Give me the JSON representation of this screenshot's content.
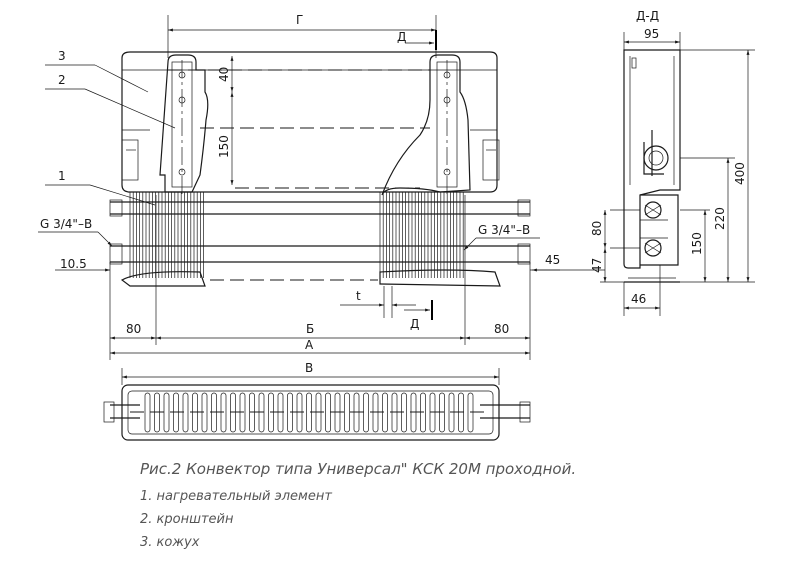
{
  "dimensions": {
    "g_label": "Г",
    "section_d_top": "Д",
    "section_d_bottom": "Д",
    "section_title": "Д-Д",
    "width_95": "95",
    "height_40": "40",
    "height_150_left": "150",
    "pipe_left": "G 3/4\"–B",
    "pipe_right": "G 3/4\"–B",
    "offset_10_5": "10.5",
    "offset_45": "45",
    "t_label": "t",
    "left_80": "80",
    "b_label": "Б",
    "right_80": "80",
    "a_label": "A",
    "b_top_label": "B",
    "side_80": "80",
    "side_47": "47",
    "side_150": "150",
    "side_220": "220",
    "side_400": "400",
    "side_46": "46"
  },
  "callouts": {
    "c1": "1",
    "c2": "2",
    "c3": "3"
  },
  "caption": {
    "title": "Рис.2 Конвектор типа Универсал\" КСК 20М проходной.",
    "items": [
      "1. нагревательный элемент",
      "2. кронштейн",
      "3. кожух"
    ]
  },
  "colors": {
    "line": "#1a1a1a",
    "caption": "#555555",
    "background": "#ffffff"
  }
}
